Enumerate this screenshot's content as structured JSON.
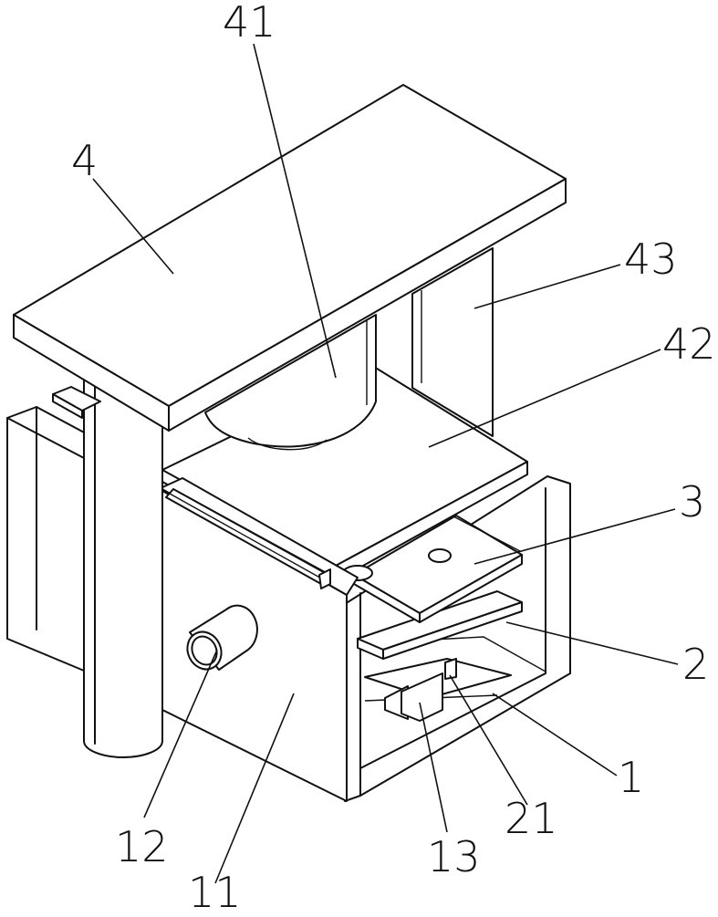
{
  "labels": {
    "l4": "4",
    "l41": "41",
    "l43": "43",
    "l42": "42",
    "l3": "3",
    "l2": "2",
    "l1": "1",
    "l21": "21",
    "l13": "13",
    "l12": "12",
    "l11": "11"
  }
}
